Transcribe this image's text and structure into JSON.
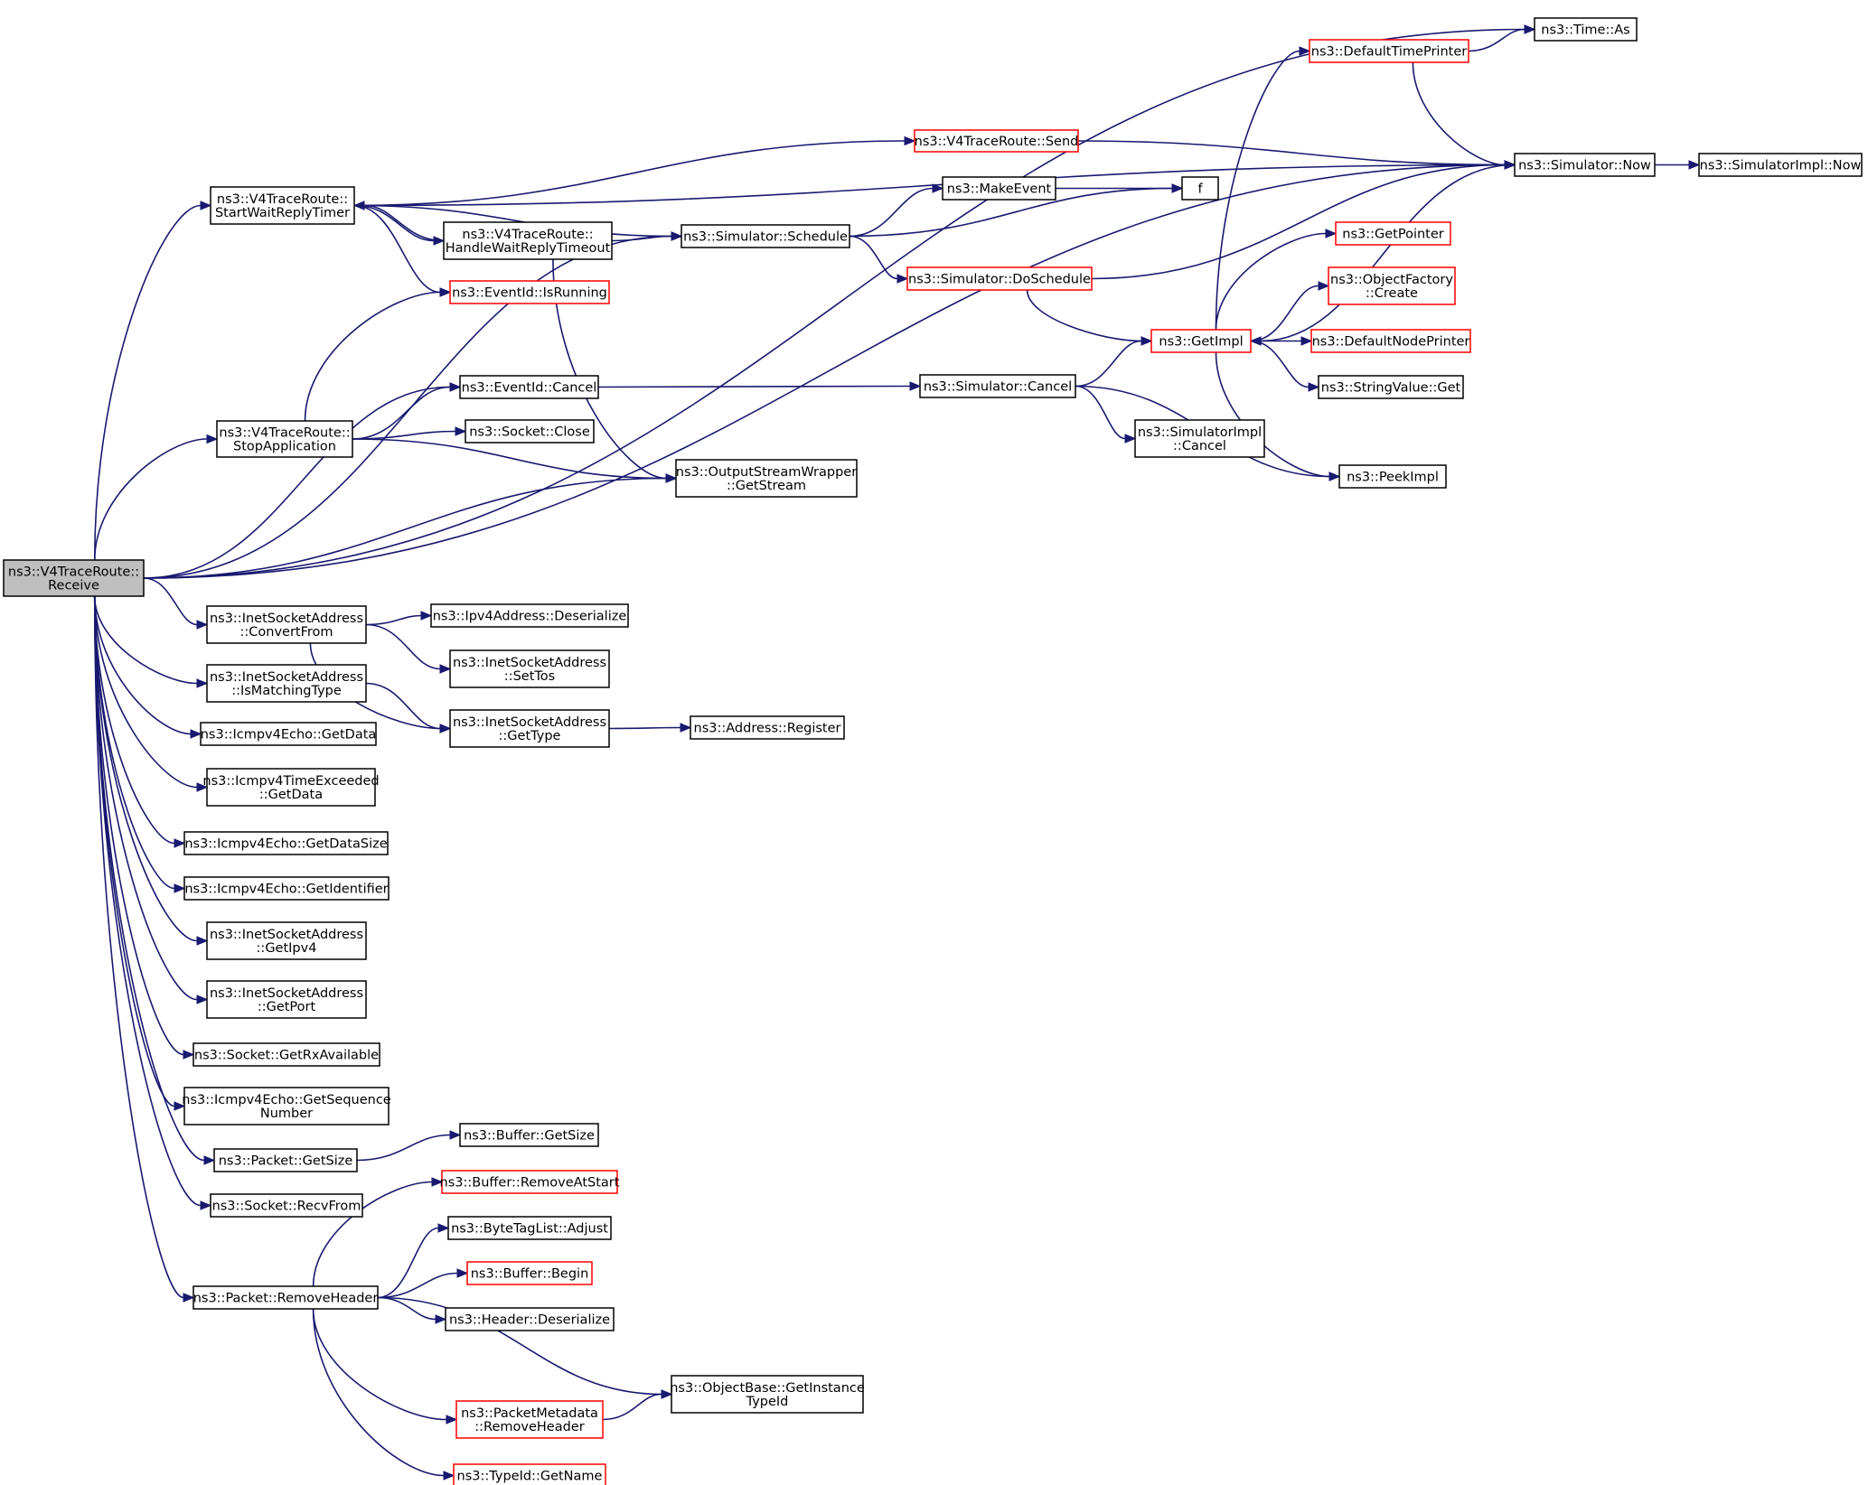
{
  "nodes": [
    {
      "id": "receive",
      "lines": [
        "ns3::V4TraceRoute::",
        "Receive"
      ],
      "style": "root"
    },
    {
      "id": "startwait",
      "lines": [
        "ns3::V4TraceRoute::",
        "StartWaitReplyTimer"
      ],
      "style": "normal"
    },
    {
      "id": "stopapp",
      "lines": [
        "ns3::V4TraceRoute::",
        "StopApplication"
      ],
      "style": "normal"
    },
    {
      "id": "handlewait",
      "lines": [
        "ns3::V4TraceRoute::",
        "HandleWaitReplyTimeout"
      ],
      "style": "normal"
    },
    {
      "id": "send",
      "lines": [
        "ns3::V4TraceRoute::Send"
      ],
      "style": "red"
    },
    {
      "id": "isrunning",
      "lines": [
        "ns3::EventId::IsRunning"
      ],
      "style": "red"
    },
    {
      "id": "eventcancel",
      "lines": [
        "ns3::EventId::Cancel"
      ],
      "style": "normal"
    },
    {
      "id": "socketclose",
      "lines": [
        "ns3::Socket::Close"
      ],
      "style": "normal"
    },
    {
      "id": "getstream",
      "lines": [
        "ns3::OutputStreamWrapper",
        "::GetStream"
      ],
      "style": "normal"
    },
    {
      "id": "schedule",
      "lines": [
        "ns3::Simulator::Schedule"
      ],
      "style": "normal"
    },
    {
      "id": "makeevent",
      "lines": [
        "ns3::MakeEvent"
      ],
      "style": "normal"
    },
    {
      "id": "f",
      "lines": [
        "f"
      ],
      "style": "normal"
    },
    {
      "id": "doschedule",
      "lines": [
        "ns3::Simulator::DoSchedule"
      ],
      "style": "red"
    },
    {
      "id": "simcancel",
      "lines": [
        "ns3::Simulator::Cancel"
      ],
      "style": "normal"
    },
    {
      "id": "simimplcancel",
      "lines": [
        "ns3::SimulatorImpl",
        "::Cancel"
      ],
      "style": "normal"
    },
    {
      "id": "getimpl",
      "lines": [
        "ns3::GetImpl"
      ],
      "style": "red"
    },
    {
      "id": "peekimpl",
      "lines": [
        "ns3::PeekImpl"
      ],
      "style": "normal"
    },
    {
      "id": "defaulttimeprinter",
      "lines": [
        "ns3::DefaultTimePrinter"
      ],
      "style": "red"
    },
    {
      "id": "timeas",
      "lines": [
        "ns3::Time::As"
      ],
      "style": "normal"
    },
    {
      "id": "simnow",
      "lines": [
        "ns3::Simulator::Now"
      ],
      "style": "normal"
    },
    {
      "id": "simimplnow",
      "lines": [
        "ns3::SimulatorImpl::Now"
      ],
      "style": "normal"
    },
    {
      "id": "getpointer",
      "lines": [
        "ns3::GetPointer"
      ],
      "style": "red"
    },
    {
      "id": "objfactory",
      "lines": [
        "ns3::ObjectFactory",
        "::Create"
      ],
      "style": "red"
    },
    {
      "id": "defaultnodeprinter",
      "lines": [
        "ns3::DefaultNodePrinter"
      ],
      "style": "red"
    },
    {
      "id": "stringvalueget",
      "lines": [
        "ns3::StringValue::Get"
      ],
      "style": "normal"
    },
    {
      "id": "convertfrom",
      "lines": [
        "ns3::InetSocketAddress",
        "::ConvertFrom"
      ],
      "style": "normal"
    },
    {
      "id": "ismatchingtype",
      "lines": [
        "ns3::InetSocketAddress",
        "::IsMatchingType"
      ],
      "style": "normal"
    },
    {
      "id": "ipv4deserialize",
      "lines": [
        "ns3::Ipv4Address::Deserialize"
      ],
      "style": "normal"
    },
    {
      "id": "settos",
      "lines": [
        "ns3::InetSocketAddress",
        "::SetTos"
      ],
      "style": "normal"
    },
    {
      "id": "gettype",
      "lines": [
        "ns3::InetSocketAddress",
        "::GetType"
      ],
      "style": "normal"
    },
    {
      "id": "addrregister",
      "lines": [
        "ns3::Address::Register"
      ],
      "style": "normal"
    },
    {
      "id": "echogetdata",
      "lines": [
        "ns3::Icmpv4Echo::GetData"
      ],
      "style": "normal"
    },
    {
      "id": "timeexgetdata",
      "lines": [
        "ns3::Icmpv4TimeExceeded",
        "::GetData"
      ],
      "style": "normal"
    },
    {
      "id": "getdatasize",
      "lines": [
        "ns3::Icmpv4Echo::GetDataSize"
      ],
      "style": "normal"
    },
    {
      "id": "getidentifier",
      "lines": [
        "ns3::Icmpv4Echo::GetIdentifier"
      ],
      "style": "normal"
    },
    {
      "id": "getipv4",
      "lines": [
        "ns3::InetSocketAddress",
        "::GetIpv4"
      ],
      "style": "normal"
    },
    {
      "id": "getport",
      "lines": [
        "ns3::InetSocketAddress",
        "::GetPort"
      ],
      "style": "normal"
    },
    {
      "id": "getrxavailable",
      "lines": [
        "ns3::Socket::GetRxAvailable"
      ],
      "style": "normal"
    },
    {
      "id": "getsequence",
      "lines": [
        "ns3::Icmpv4Echo::GetSequence",
        "Number"
      ],
      "style": "normal"
    },
    {
      "id": "packetgetsize",
      "lines": [
        "ns3::Packet::GetSize"
      ],
      "style": "normal"
    },
    {
      "id": "buffergetsize",
      "lines": [
        "ns3::Buffer::GetSize"
      ],
      "style": "normal"
    },
    {
      "id": "recvfrom",
      "lines": [
        "ns3::Socket::RecvFrom"
      ],
      "style": "normal"
    },
    {
      "id": "removeheader",
      "lines": [
        "ns3::Packet::RemoveHeader"
      ],
      "style": "normal"
    },
    {
      "id": "removeatstart",
      "lines": [
        "ns3::Buffer::RemoveAtStart"
      ],
      "style": "red"
    },
    {
      "id": "bytetagadjust",
      "lines": [
        "ns3::ByteTagList::Adjust"
      ],
      "style": "normal"
    },
    {
      "id": "bufferbegin",
      "lines": [
        "ns3::Buffer::Begin"
      ],
      "style": "red"
    },
    {
      "id": "headerdeserialize",
      "lines": [
        "ns3::Header::Deserialize"
      ],
      "style": "normal"
    },
    {
      "id": "getinstancetypeid",
      "lines": [
        "ns3::ObjectBase::GetInstance",
        "TypeId"
      ],
      "style": "normal"
    },
    {
      "id": "pktmetaremove",
      "lines": [
        "ns3::PacketMetadata",
        "::RemoveHeader"
      ],
      "style": "red"
    },
    {
      "id": "typeidgetname",
      "lines": [
        "ns3::TypeId::GetName"
      ],
      "style": "red"
    }
  ],
  "edges": [
    [
      "receive",
      "startwait"
    ],
    [
      "receive",
      "stopapp"
    ],
    [
      "receive",
      "timeas"
    ],
    [
      "receive",
      "simnow"
    ],
    [
      "receive",
      "schedule"
    ],
    [
      "receive",
      "eventcancel"
    ],
    [
      "receive",
      "getstream"
    ],
    [
      "receive",
      "convertfrom"
    ],
    [
      "receive",
      "ismatchingtype"
    ],
    [
      "receive",
      "echogetdata"
    ],
    [
      "receive",
      "timeexgetdata"
    ],
    [
      "receive",
      "getdatasize"
    ],
    [
      "receive",
      "getidentifier"
    ],
    [
      "receive",
      "getipv4"
    ],
    [
      "receive",
      "getport"
    ],
    [
      "receive",
      "getrxavailable"
    ],
    [
      "receive",
      "getsequence"
    ],
    [
      "receive",
      "packetgetsize"
    ],
    [
      "receive",
      "recvfrom"
    ],
    [
      "receive",
      "removeheader"
    ],
    [
      "startwait",
      "simnow"
    ],
    [
      "startwait",
      "send"
    ],
    [
      "startwait",
      "schedule"
    ],
    [
      "startwait",
      "handlewait"
    ],
    [
      "startwait",
      "isrunning"
    ],
    [
      "handlewait",
      "startwait"
    ],
    [
      "handlewait",
      "schedule"
    ],
    [
      "handlewait",
      "getstream"
    ],
    [
      "stopapp",
      "isrunning"
    ],
    [
      "stopapp",
      "eventcancel"
    ],
    [
      "stopapp",
      "socketclose"
    ],
    [
      "stopapp",
      "getstream"
    ],
    [
      "send",
      "simnow"
    ],
    [
      "schedule",
      "makeevent"
    ],
    [
      "schedule",
      "f"
    ],
    [
      "schedule",
      "doschedule"
    ],
    [
      "makeevent",
      "f"
    ],
    [
      "doschedule",
      "simnow"
    ],
    [
      "doschedule",
      "getimpl"
    ],
    [
      "eventcancel",
      "simcancel"
    ],
    [
      "simcancel",
      "getimpl"
    ],
    [
      "simcancel",
      "simimplcancel"
    ],
    [
      "simcancel",
      "peekimpl"
    ],
    [
      "getimpl",
      "defaulttimeprinter"
    ],
    [
      "getimpl",
      "getpointer"
    ],
    [
      "getimpl",
      "objfactory"
    ],
    [
      "getimpl",
      "defaultnodeprinter"
    ],
    [
      "getimpl",
      "stringvalueget"
    ],
    [
      "getimpl",
      "peekimpl"
    ],
    [
      "simnow",
      "getimpl"
    ],
    [
      "simnow",
      "simimplnow"
    ],
    [
      "defaulttimeprinter",
      "timeas"
    ],
    [
      "defaulttimeprinter",
      "simnow"
    ],
    [
      "convertfrom",
      "ipv4deserialize"
    ],
    [
      "convertfrom",
      "settos"
    ],
    [
      "convertfrom",
      "gettype"
    ],
    [
      "ismatchingtype",
      "gettype"
    ],
    [
      "gettype",
      "addrregister"
    ],
    [
      "packetgetsize",
      "buffergetsize"
    ],
    [
      "removeheader",
      "removeatstart"
    ],
    [
      "removeheader",
      "bytetagadjust"
    ],
    [
      "removeheader",
      "bufferbegin"
    ],
    [
      "removeheader",
      "headerdeserialize"
    ],
    [
      "removeheader",
      "getinstancetypeid"
    ],
    [
      "removeheader",
      "pktmetaremove"
    ],
    [
      "removeheader",
      "typeidgetname"
    ],
    [
      "pktmetaremove",
      "getinstancetypeid"
    ]
  ]
}
